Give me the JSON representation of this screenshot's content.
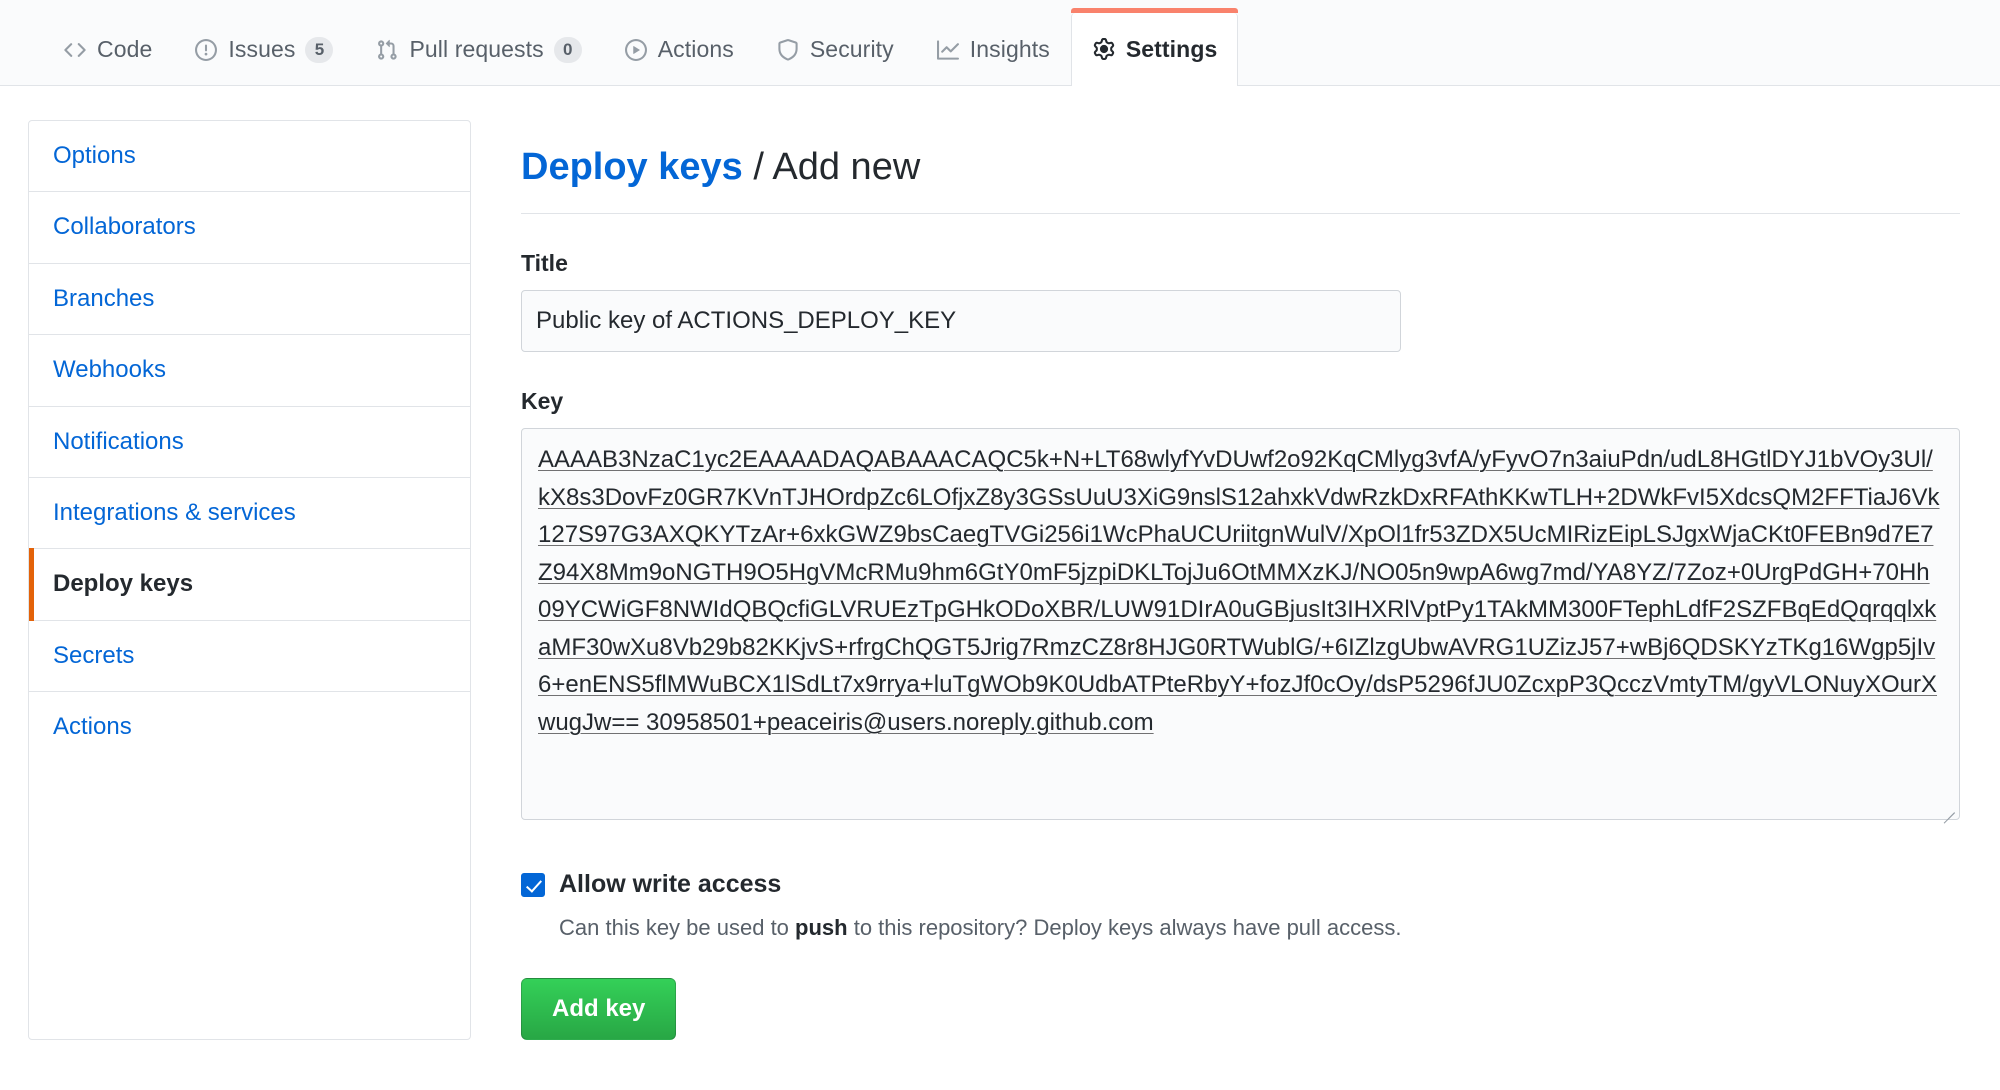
{
  "repo_nav": {
    "items": [
      {
        "label": "Code",
        "icon": "code-icon",
        "counter": null,
        "selected": false
      },
      {
        "label": "Issues",
        "icon": "issue-opened-icon",
        "counter": "5",
        "selected": false
      },
      {
        "label": "Pull requests",
        "icon": "git-pull-request-icon",
        "counter": "0",
        "selected": false
      },
      {
        "label": "Actions",
        "icon": "play-icon",
        "counter": null,
        "selected": false
      },
      {
        "label": "Security",
        "icon": "shield-icon",
        "counter": null,
        "selected": false
      },
      {
        "label": "Insights",
        "icon": "graph-icon",
        "counter": null,
        "selected": false
      },
      {
        "label": "Settings",
        "icon": "gear-icon",
        "counter": null,
        "selected": true
      }
    ]
  },
  "sidebar": {
    "items": [
      {
        "label": "Options",
        "selected": false
      },
      {
        "label": "Collaborators",
        "selected": false
      },
      {
        "label": "Branches",
        "selected": false
      },
      {
        "label": "Webhooks",
        "selected": false
      },
      {
        "label": "Notifications",
        "selected": false
      },
      {
        "label": "Integrations & services",
        "selected": false
      },
      {
        "label": "Deploy keys",
        "selected": true
      },
      {
        "label": "Secrets",
        "selected": false
      },
      {
        "label": "Actions",
        "selected": false
      }
    ]
  },
  "main": {
    "breadcrumb": {
      "parent": "Deploy keys",
      "separator": "/",
      "current": "Add new"
    },
    "title_field": {
      "label": "Title",
      "value": "Public key of ACTIONS_DEPLOY_KEY",
      "placeholder": ""
    },
    "key_field": {
      "label": "Key",
      "placeholder": "",
      "value": "AAAAB3NzaC1yc2EAAAADAQABAAACAQC5k+N+LT68wlyfYvDUwf2o92KqCMlyg3vfA/yFyvO7n3aiuPdn/udL8HGtlDYJ1bVOy3Ul/kX8s3DovFz0GR7KVnTJHOrdpZc6LOfjxZ8y3GSsUuU3XiG9nslS12ahxkVdwRzkDxRFAthKKwTLH+2DWkFvI5XdcsQM2FFTiaJ6Vk127S97G3AXQKYTzAr+6xkGWZ9bsCaegTVGi256i1WcPhaUCUriitgnWulV/XpOl1fr53ZDX5UcMIRizEipLSJgxWjaCKt0FEBn9d7E7Z94X8Mm9oNGTH9O5HgVMcRMu9hm6GtY0mF5jzpiDKLTojJu6OtMMXzKJ/NO05n9wpA6wg7md/YA8YZ/7Zoz+0UrgPdGH+70Hh09YCWiGF8NWIdQBQcfiGLVRUEzTpGHkODoXBR/LUW91DIrA0uGBjusIt3IHXRlVptPy1TAkMM300FTephLdfF2SZFBqEdQqrqqlxkaMF30wXu8Vb29b82KKjvS+rfrgChQGT5Jrig7RmzCZ8r8HJG0RTWublG/+6IZlzgUbwAVRG1UZizJ57+wBj6QDSKYzTKg16Wgp5jIv6+enENS5flMWuBCX1lSdLt7x9rrya+luTgWOb9K0UdbATPteRbyY+fozJf0cOy/dsP5296fJU0ZcxpP3QcczVmtyTM/gyVLONuyXOurXwugJw== 30958501+peaceiris@users.noreply.github.com"
    },
    "allow_write": {
      "checked": true,
      "label": "Allow write access",
      "note_prefix": "Can this key be used to ",
      "note_bold": "push",
      "note_suffix": " to this repository? Deploy keys always have pull access."
    },
    "submit_button": "Add key"
  },
  "colors": {
    "link": "#0366d6",
    "accent_tab": "#f9826c",
    "accent_selected_item": "#e36209",
    "button_green": "#28a745",
    "border": "#e1e4e8",
    "text": "#24292e",
    "muted": "#586069"
  }
}
